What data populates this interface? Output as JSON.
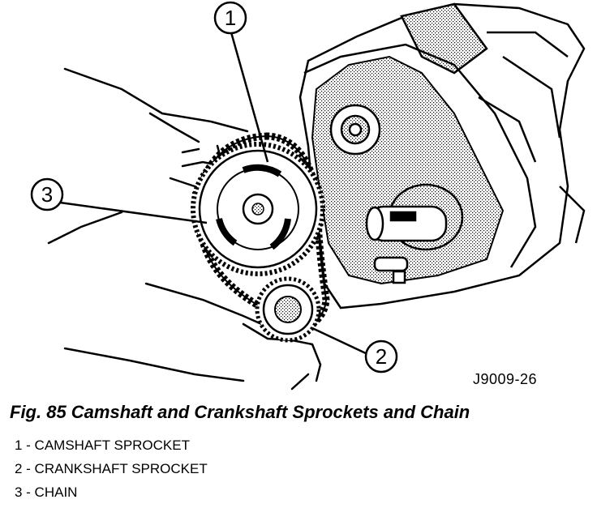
{
  "figure": {
    "code": "J9009-26",
    "caption": "Fig. 85 Camshaft and Crankshaft Sprockets and Chain"
  },
  "callouts": [
    {
      "number": "1",
      "target": "camshaft-sprocket"
    },
    {
      "number": "2",
      "target": "crankshaft-sprocket"
    },
    {
      "number": "3",
      "target": "chain"
    }
  ],
  "legend": [
    {
      "text": "1 - CAMSHAFT SPROCKET"
    },
    {
      "text": "2 - CRANKSHAFT SPROCKET"
    },
    {
      "text": "3 - CHAIN"
    }
  ]
}
